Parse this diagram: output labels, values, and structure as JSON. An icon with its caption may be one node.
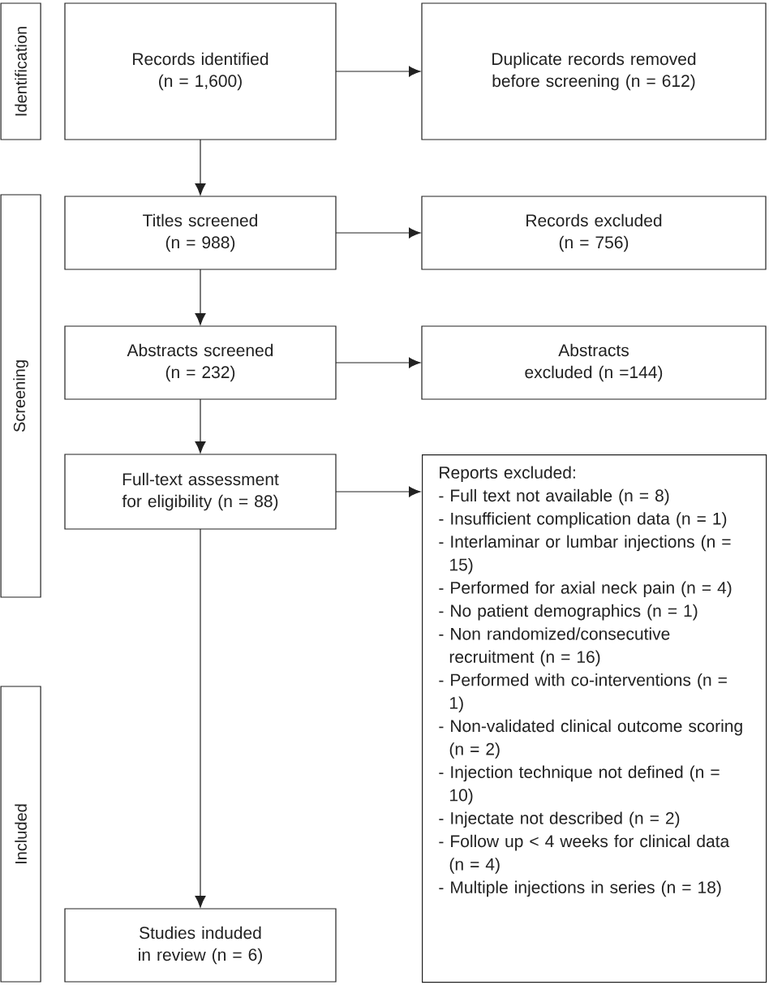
{
  "diagram": {
    "nodes": [
      {
        "text": [
          "Identification"
        ]
      },
      {
        "text": [
          "Records identified (n = 1,600)"
        ]
      },
      {
        "text": [
          "Duplicate records removed before screening (n = 612)"
        ]
      },
      {
        "text": [
          "Screening"
        ]
      },
      {
        "text": [
          "Titles screened (n = 988)"
        ]
      },
      {
        "text": [
          "Records excluded (n = 756)"
        ]
      },
      {
        "text": [
          "Abstracts screened (n = 232)"
        ]
      },
      {
        "text": [
          "Abstracts excluded (n =144)"
        ]
      },
      {
        "text": [
          "Full-text assessment for eligibility (n = 88)"
        ]
      },
      {
        "text": [
          "Reports excluded:",
          "- Full text not available (n = 8)",
          "- Insufficient complication data (n = 1)",
          "- Interlaminar or lumbar injections (n = 15)",
          "- Performed for axial neck pain (n = 4)",
          "- No patient demographics (n = 1)",
          "- Non randomized/consecutive recruitment (n = 16)",
          "- Performed with co-interventions (n = 1)",
          "- Non-validated clinical outcome scoring (n = 2)",
          "- Injection technique not defined (n = 10)",
          "- Injectate  not described (n = 2)",
          "- Follow up < 4 weeks for clinical data (n = 4)",
          "- Multiple injections in series (n = 18)"
        ]
      },
      {
        "text": [
          "Included"
        ]
      },
      {
        "text": [
          "Studies induded in review (n = 6)"
        ]
      }
    ],
    "edges": [
      {
        "from": 1,
        "to": 2,
        "arrow": "to"
      },
      {
        "from": 1,
        "to": 4,
        "arrow": "to"
      },
      {
        "from": 4,
        "to": 5,
        "arrow": "to"
      },
      {
        "from": 4,
        "to": 6,
        "arrow": "to"
      },
      {
        "from": 6,
        "to": 7,
        "arrow": "to"
      },
      {
        "from": 6,
        "to": 8,
        "arrow": "to"
      },
      {
        "from": 8,
        "to": 9,
        "arrow": "to"
      },
      {
        "from": 8,
        "to": 11,
        "arrow": "to"
      }
    ]
  }
}
